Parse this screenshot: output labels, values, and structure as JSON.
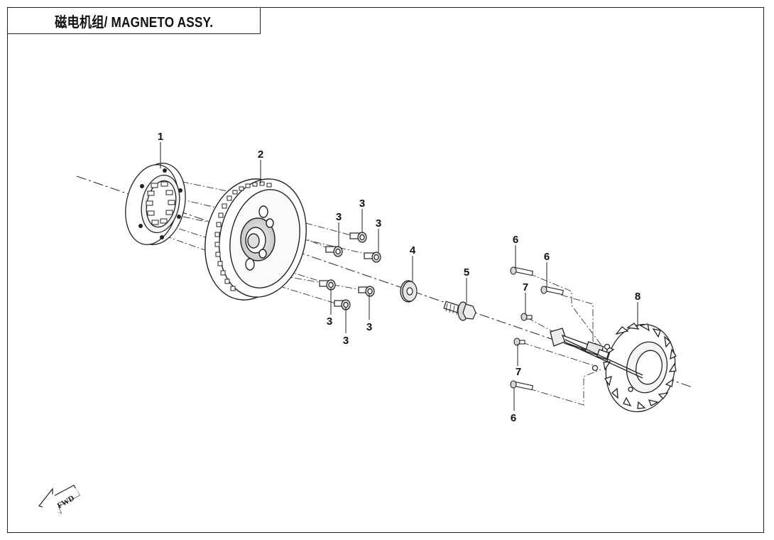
{
  "header": {
    "title": "磁电机组/ MAGNETO ASSY."
  },
  "callouts": {
    "c1": "1",
    "c2": "2",
    "c3a": "3",
    "c3b": "3",
    "c3c": "3",
    "c3d": "3",
    "c3e": "3",
    "c3f": "3",
    "c4": "4",
    "c5": "5",
    "c6a": "6",
    "c6b": "6",
    "c6c": "6",
    "c7a": "7",
    "c7b": "7",
    "c8": "8"
  },
  "fwd_label": "FWD",
  "colors": {
    "line": "#222222",
    "paper": "#ffffff",
    "shade": "#bdbdbd"
  }
}
